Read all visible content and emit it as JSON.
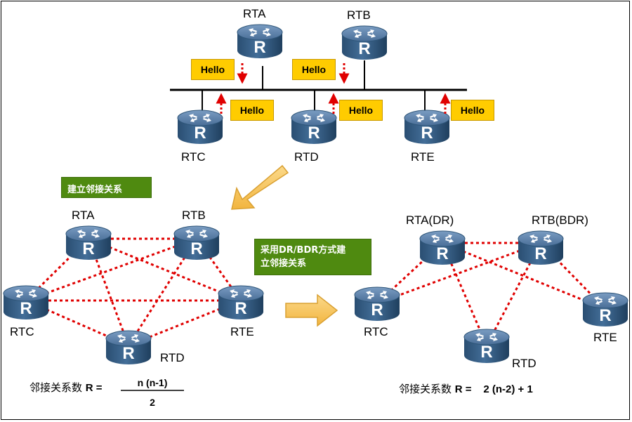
{
  "top": {
    "routers": [
      "RTA",
      "RTB",
      "RTC",
      "RTD",
      "RTE"
    ],
    "hello_label": "Hello"
  },
  "annotations": {
    "establish_adjacency": "建立邻接关系",
    "dr_bdr_method": [
      "采用DR/BDR方式建",
      "立邻接关系"
    ]
  },
  "mesh": {
    "routers": [
      "RTA",
      "RTB",
      "RTC",
      "RTD",
      "RTE"
    ],
    "formula_label": "邻接关系数",
    "formula_var": "R =",
    "numerator": "n (n-1)",
    "denominator": "2"
  },
  "drbdr": {
    "routers": [
      "RTA(DR)",
      "RTB(BDR)",
      "RTC",
      "RTD",
      "RTE"
    ],
    "formula_label": "邻接关系数",
    "formula_var": "R =",
    "formula_value": "2 (n-2) + 1"
  },
  "colors": {
    "router_top": "#5A7FA6",
    "router_body": "#2E5578",
    "hello_box": "#FFCC00",
    "hello_arrow": "#E00000",
    "adjacency_line": "#E00000",
    "green_box": "#4F8A10",
    "big_arrow": "#F6C562"
  },
  "icons": [
    "router-icon",
    "arrow-down-left",
    "arrow-right"
  ]
}
